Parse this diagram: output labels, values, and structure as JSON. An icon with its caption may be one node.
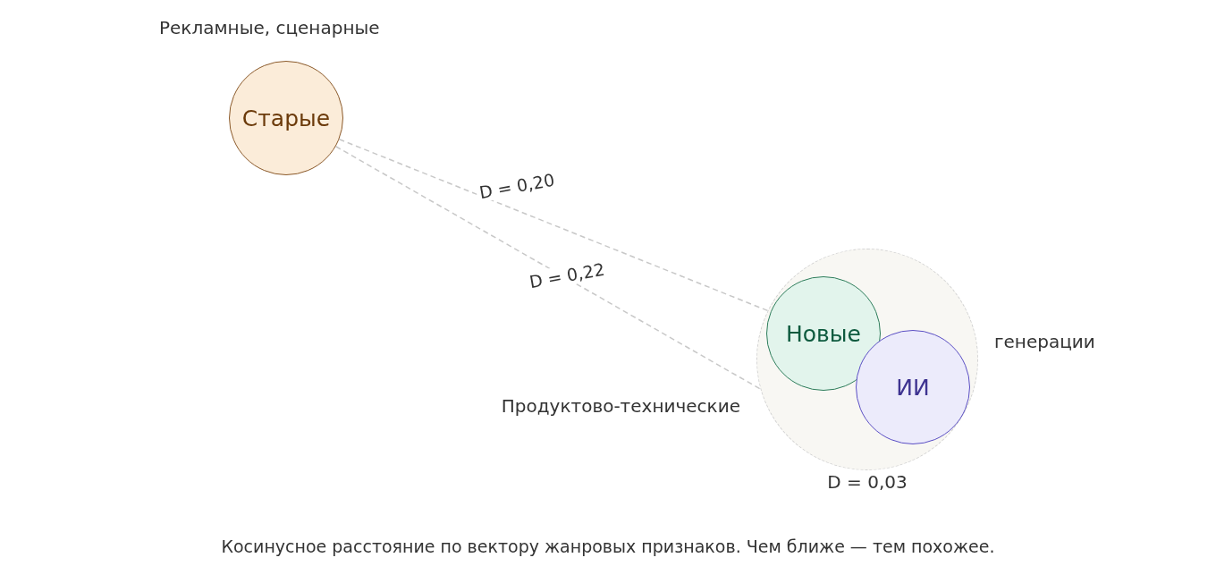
{
  "diagram": {
    "caption": "Косинусное расстояние по вектору жанровых признаков. Чем ближе — тем похожее.",
    "nodes": [
      {
        "text": [
          "Старые"
        ],
        "beside": [
          "Рекламные, сценарные"
        ]
      },
      {
        "text": [],
        "shape": "circle",
        "beside": [
          "D = 0,03"
        ]
      },
      {
        "text": [
          "Новые"
        ],
        "in": 1,
        "beside": [
          "Продуктово-технические"
        ]
      },
      {
        "text": [
          "ИИ"
        ],
        "in": 1,
        "beside": [
          "генерации"
        ]
      }
    ],
    "edges": [
      {
        "from": 0,
        "to": 2,
        "arrow": "none",
        "style": "dashed",
        "label": "D = 0,20"
      },
      {
        "from": 0,
        "to": 3,
        "arrow": "none",
        "style": "dashed",
        "label": "D = 0,22"
      }
    ]
  }
}
